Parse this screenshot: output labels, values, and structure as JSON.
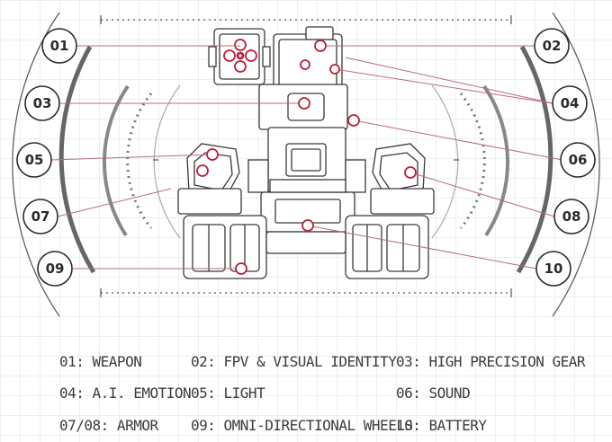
{
  "callouts": [
    {
      "id": "01"
    },
    {
      "id": "02"
    },
    {
      "id": "03"
    },
    {
      "id": "04"
    },
    {
      "id": "05"
    },
    {
      "id": "06"
    },
    {
      "id": "07"
    },
    {
      "id": "08"
    },
    {
      "id": "09"
    },
    {
      "id": "10"
    }
  ],
  "legend": [
    {
      "text": "01: WEAPON"
    },
    {
      "text": "02: FPV & VISUAL IDENTITY"
    },
    {
      "text": "03: HIGH PRECISION GEAR"
    },
    {
      "text": "04: A.I. EMOTION"
    },
    {
      "text": "05: LIGHT"
    },
    {
      "text": "06: SOUND"
    },
    {
      "text": "07/08: ARMOR"
    },
    {
      "text": "09: OMNI-DIRECTIONAL WHEELS"
    },
    {
      "text": "10: BATTERY"
    }
  ],
  "colors": {
    "line": "#b86d78",
    "marker": "#b8213a",
    "robot": "#3a3a3a",
    "frame": "#555555",
    "text": "#3c3c3c"
  }
}
